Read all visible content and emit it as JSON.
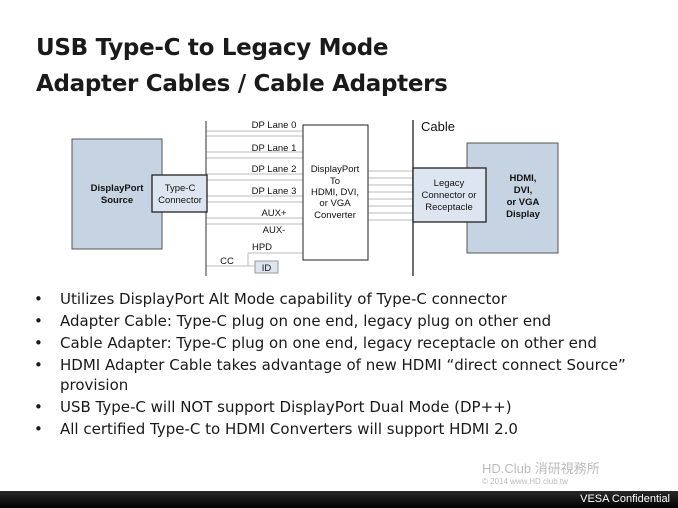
{
  "title": {
    "line1": "USB Type-C to Legacy Mode",
    "line2": "Adapter Cables / Cable Adapters"
  },
  "diagram": {
    "source": [
      "DisplayPort",
      "Source"
    ],
    "typec": [
      "Type-C",
      "Connector"
    ],
    "signals": [
      "DP Lane 0",
      "DP Lane 1",
      "DP Lane 2",
      "DP Lane 3",
      "AUX+",
      "AUX-",
      "HPD",
      "CC",
      "ID"
    ],
    "converter": [
      "DisplayPort",
      "To",
      "HDMI, DVI,",
      "or VGA",
      "Converter"
    ],
    "cable": "Cable",
    "legacy": [
      "Legacy",
      "Connector or",
      "Receptacle"
    ],
    "display": [
      "HDMI,",
      "DVI,",
      "or VGA",
      "Display"
    ]
  },
  "bullets": [
    "Utilizes DisplayPort Alt Mode capability of Type-C connector",
    "Adapter Cable: Type-C plug on one end, legacy plug on other end",
    "Cable Adapter: Type-C plug on one end, legacy receptacle on other end",
    "HDMI Adapter Cable takes advantage of new HDMI “direct connect Source” provision",
    "USB Type-C will NOT support DisplayPort Dual Mode (DP++)",
    "All certified Type-C to HDMI Converters will support HDMI 2.0"
  ],
  "watermark": {
    "name": "HD.Club 消研視務所",
    "sub": "© 2014 www.HD.club.tw"
  },
  "footer": "VESA Confidential"
}
